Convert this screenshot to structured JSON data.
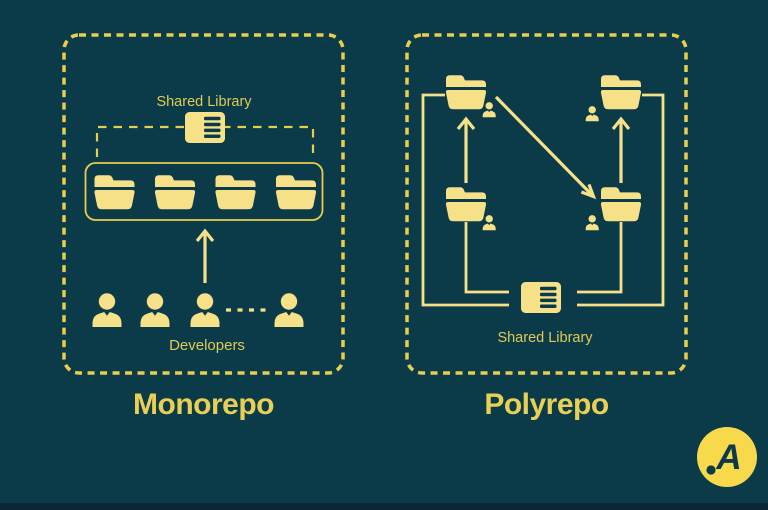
{
  "colors": {
    "background": "#0B3A49",
    "accent": "#E8CD4E",
    "icon": "#F6E189",
    "label": "#DFCB55",
    "title": "#E7D055",
    "logo_bg": "#F8D94B",
    "logo_glyph": "#0B3A49",
    "footer_strip": "#0A2737"
  },
  "panels": {
    "monorepo": {
      "title": "Monorepo",
      "shared_library_label": "Shared Library",
      "developers_label": "Developers"
    },
    "polyrepo": {
      "title": "Polyrepo",
      "shared_library_label": "Shared Library"
    }
  },
  "icons": {
    "folder": "folder-icon",
    "person": "developer-icon",
    "library": "shared-library-icon",
    "logo": "brand-a-logo"
  },
  "logo": {
    "letter": "A"
  }
}
